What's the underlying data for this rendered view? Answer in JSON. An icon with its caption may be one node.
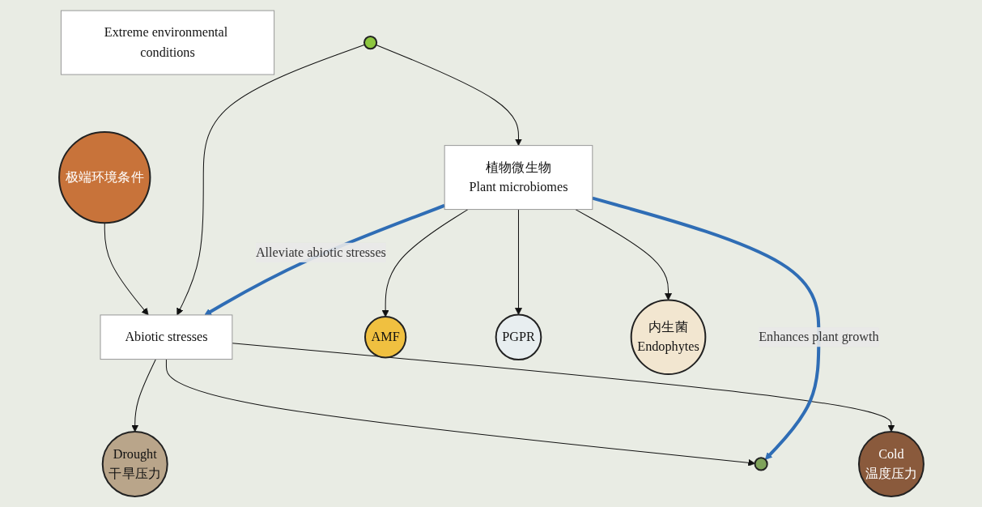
{
  "diagram": {
    "nodes": [
      {
        "text": [
          "Extreme environmental conditions"
        ]
      },
      {
        "text": [
          "极端环境条件"
        ]
      },
      {
        "text": [
          "Abiotic stresses"
        ]
      },
      {
        "text": [
          "Drought",
          "干旱压力"
        ]
      },
      {
        "text": [],
        "shape": "circle"
      },
      {
        "text": [
          "Cold",
          "温度压力"
        ]
      },
      {
        "text": [],
        "shape": "circle"
      },
      {
        "text": [
          "植物微生物",
          "Plant microbiomes"
        ]
      },
      {
        "text": [
          "AMF"
        ]
      },
      {
        "text": [
          "PGPR"
        ]
      },
      {
        "text": [
          "内生菌",
          "Endophytes"
        ]
      }
    ],
    "edges": [
      {
        "from": 1,
        "to": 2,
        "arrow": "to"
      },
      {
        "from": 2,
        "to": 3,
        "arrow": "to"
      },
      {
        "from": 2,
        "to": 4,
        "arrow": "to"
      },
      {
        "from": 2,
        "to": 5,
        "arrow": "to"
      },
      {
        "from": 6,
        "to": 2,
        "arrow": "to"
      },
      {
        "from": 6,
        "to": 7,
        "arrow": "to"
      },
      {
        "from": 7,
        "to": 9,
        "arrow": "to"
      },
      {
        "from": 7,
        "to": 8,
        "arrow": "to"
      },
      {
        "from": 7,
        "to": 10,
        "arrow": "to"
      },
      {
        "from": 7,
        "to": 2,
        "arrow": "to",
        "label": "Alleviate abiotic stresses",
        "style": "thick",
        "color": "#2f6db5"
      },
      {
        "from": 7,
        "to": 4,
        "arrow": "to",
        "label": "Enhances plant growth",
        "style": "thick",
        "color": "#2f6db5"
      }
    ]
  }
}
